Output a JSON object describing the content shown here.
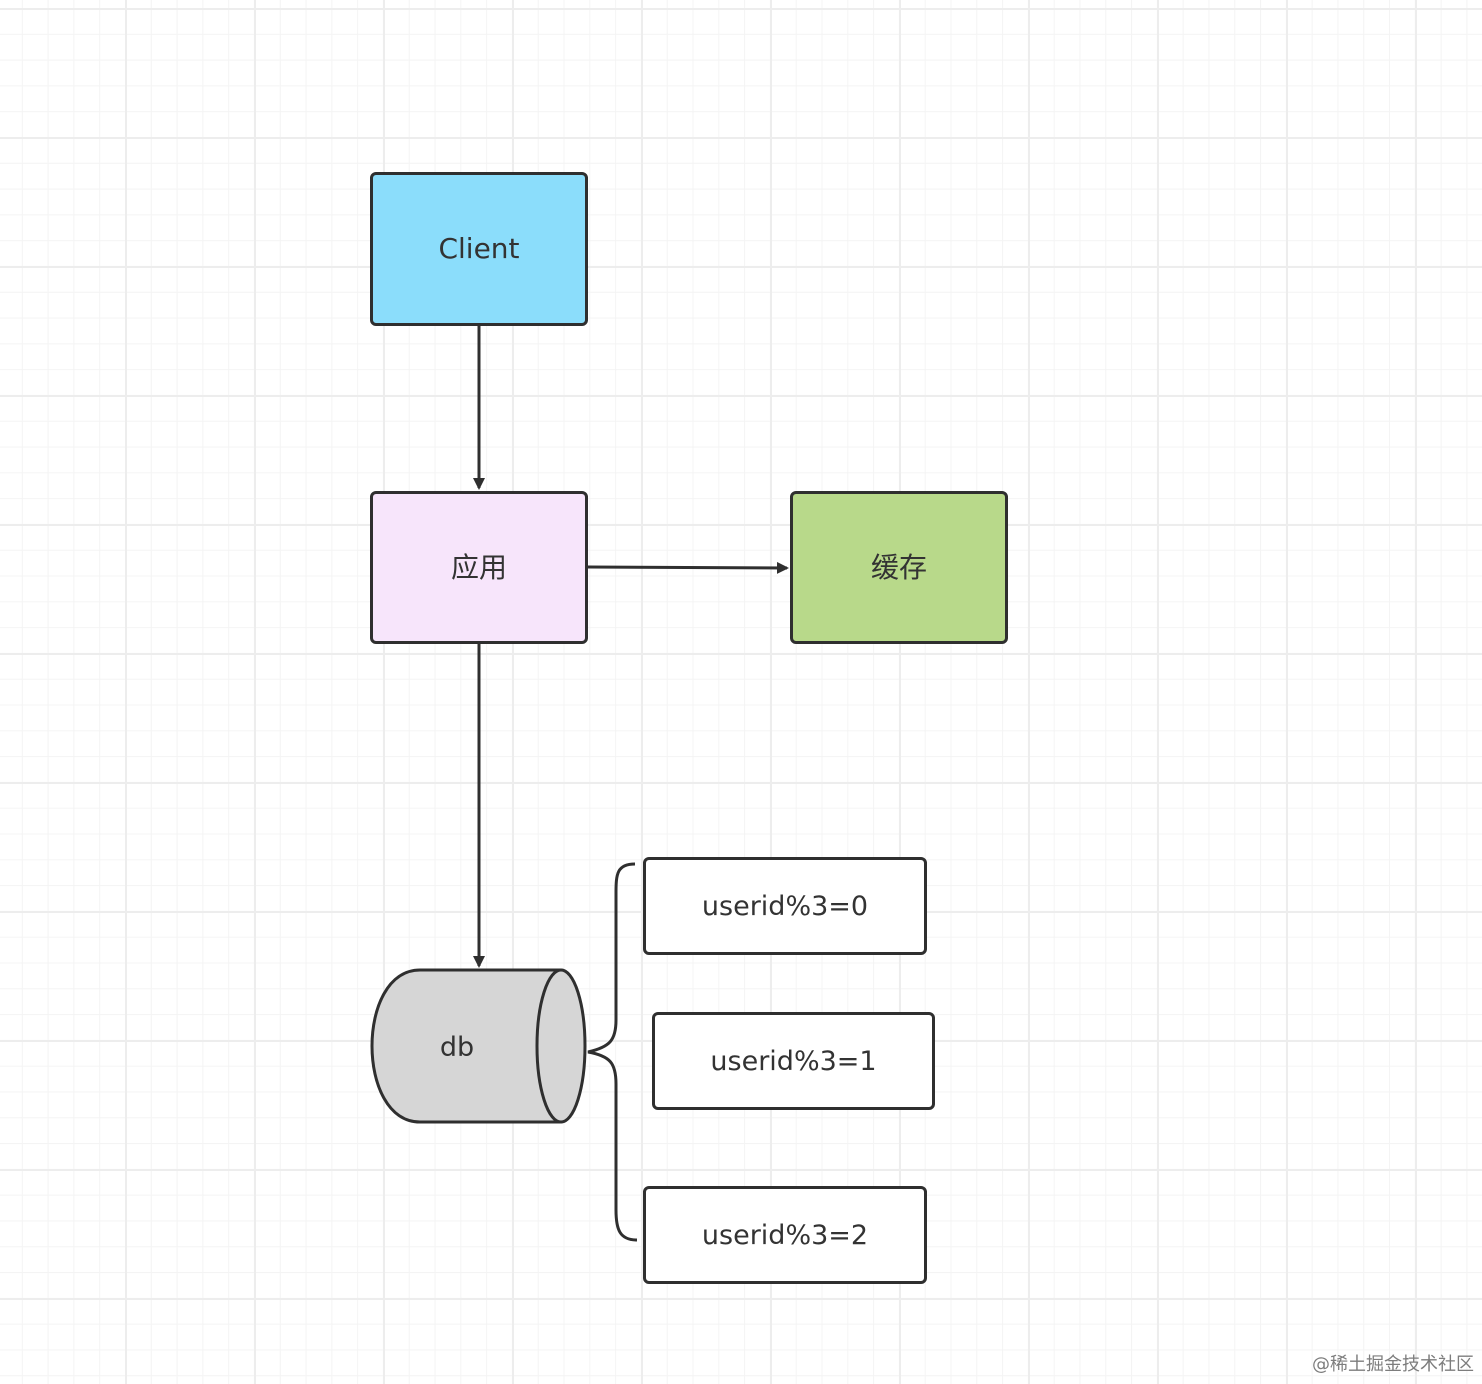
{
  "diagram": {
    "nodes": {
      "client": {
        "label": "Client",
        "fill": "#8BDDFB"
      },
      "app": {
        "label": "应用",
        "fill": "#F7E5FB"
      },
      "cache": {
        "label": "缓存",
        "fill": "#B8D98A"
      },
      "db": {
        "label": "db",
        "fill": "#D6D6D6"
      }
    },
    "partitions": [
      {
        "label": "userid%3=0"
      },
      {
        "label": "userid%3=1"
      },
      {
        "label": "userid%3=2"
      }
    ]
  },
  "watermark": {
    "text": "@稀土掘金技术社区"
  },
  "colors": {
    "stroke": "#2F2F2F",
    "text": "#333333",
    "grid": "#EDEDED"
  }
}
